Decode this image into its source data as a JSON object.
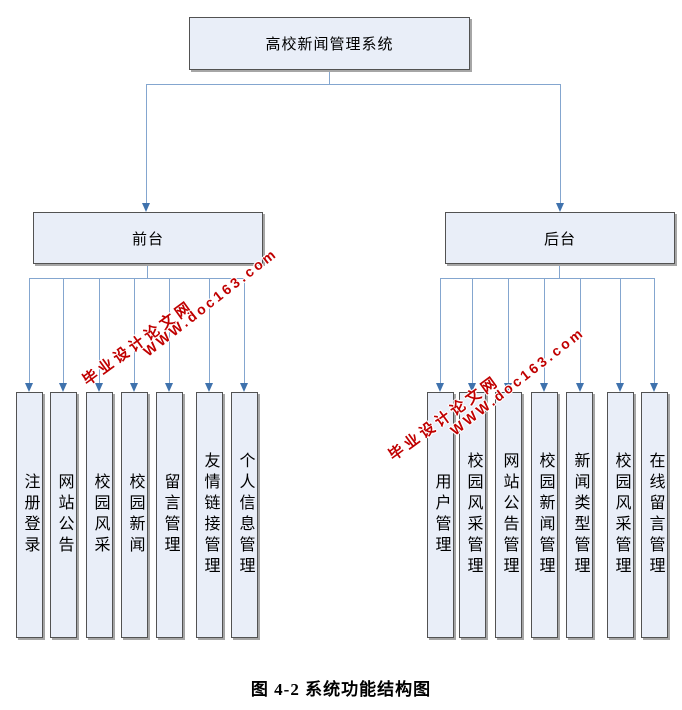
{
  "diagram": {
    "root": {
      "label": "高校新闻管理系统"
    },
    "branches": [
      {
        "label": "前台",
        "children": [
          "注册登录",
          "网站公告",
          "校园风采",
          "校园新闻",
          "留言管理",
          "友情链接管理",
          "个人信息管理"
        ]
      },
      {
        "label": "后台",
        "children": [
          "用户管理",
          "校园风采管理",
          "网站公告管理",
          "校园新闻管理",
          "新闻类型管理",
          "校园风采管理",
          "在线留言管理"
        ]
      }
    ]
  },
  "watermark": {
    "line1": "毕业设计论文网",
    "line2": "WWW.doc163.com"
  },
  "caption": {
    "text": "图 4-2 系统功能结构图"
  },
  "colors": {
    "box_fill": "#e9eef8",
    "box_border": "#525252",
    "connector": "#84a6cf",
    "arrow": "#3f72ad",
    "watermark": "#c00000"
  }
}
